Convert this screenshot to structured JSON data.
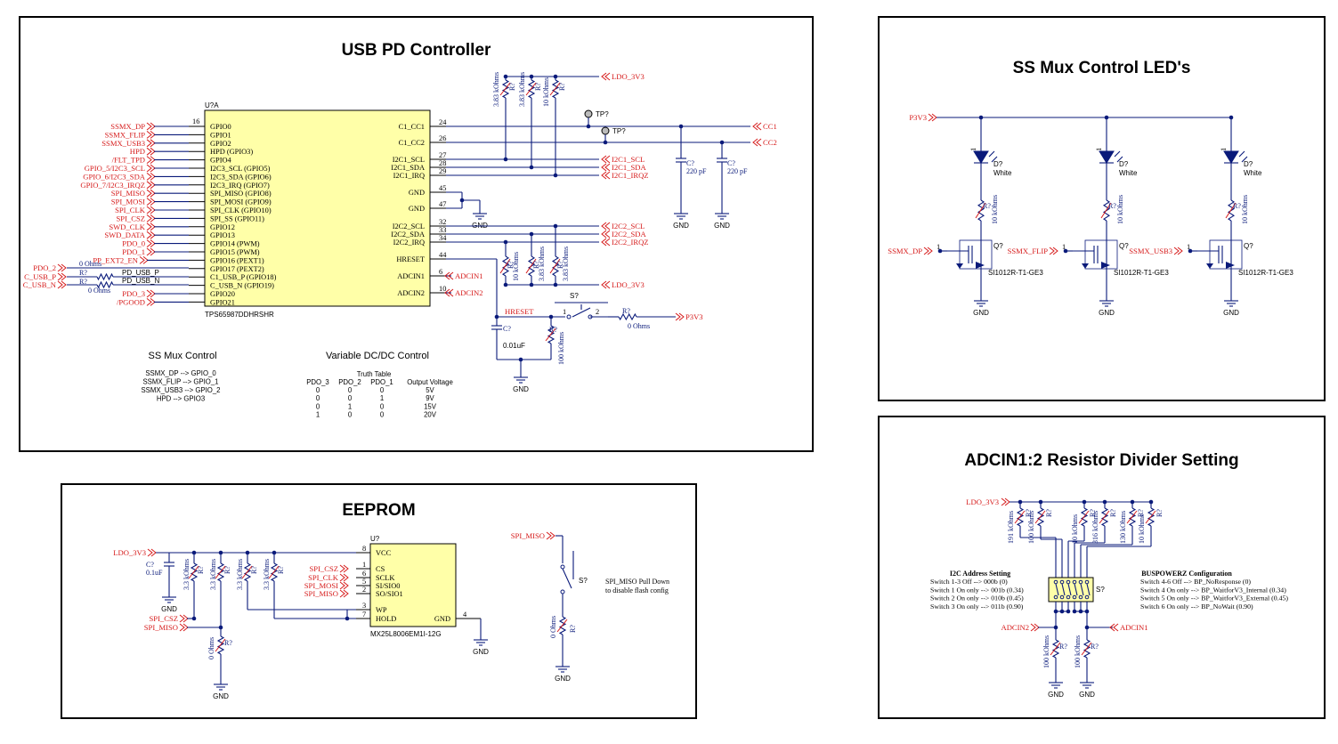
{
  "panels": {
    "usbpd": {
      "title": "USB PD Controller",
      "ic_ref": "U?A",
      "ic_part": "TPS65987DDHRSHR",
      "left_nets": [
        "SSMX_DP",
        "SSMX_FLIP",
        "SSMX_USB3",
        "HPD",
        "/FLT_TPD",
        "GPIO_5/I2C3_SCL",
        "GPIO_6/I2C3_SDA",
        "GPIO_7/I2C3_IRQZ",
        "SPI_MISO",
        "SPI_MOSI",
        "SPI_CLK",
        "SPI_CSZ",
        "SWD_CLK",
        "SWD_DATA",
        "PDO_0",
        "PDO_1",
        "PP_EXT2_EN",
        "PDO_2",
        "C_USB_P",
        "C_USB_N",
        "PDO_3",
        "/PGOOD"
      ],
      "left_pins": [
        "GPIO0",
        "GPIO1",
        "GPIO2",
        "HPD (GPIO3)",
        "GPIO4",
        "I2C3_SCL (GPIO5)",
        "I2C3_SDA (GPIO6)",
        "I2C3_IRQ (GPIO7)",
        "SPI_MISO (GPIO8)",
        "SPI_MOSI (GPIO9)",
        "SPI_CLK (GPIO10)",
        "SPI_SS (GPIO11)",
        "GPIO12",
        "GPIO13",
        "GPIO14 (PWM)",
        "GPIO15 (PWM)",
        "GPIO16 (PEXT1)",
        "GPIO17 (PEXT2)",
        "C1_USB_P (GPIO18)",
        "C_USB_N (GPIO19)",
        "GPIO20",
        "GPIO21"
      ],
      "pin_16": "16",
      "right_pins": [
        "C1_CC1",
        "C1_CC2",
        "I2C1_SCL",
        "I2C1_SDA",
        "I2C1_IRQ",
        "GND",
        "GND",
        "I2C2_SCL",
        "I2C2_SDA",
        "I2C2_IRQ",
        "HRESET",
        "ADCIN1",
        "ADCIN2"
      ],
      "right_pin_nums": [
        "24",
        "26",
        "27",
        "28",
        "29",
        "45",
        "47",
        "32",
        "33",
        "34",
        "44",
        "6",
        "10"
      ],
      "right_nets": [
        "CC1",
        "CC2",
        "I2C1_SCL",
        "I2C1_SDA",
        "I2C1_IRQZ",
        "I2C2_SCL",
        "I2C2_SDA",
        "I2C2_IRQZ",
        "ADCIN1",
        "ADCIN2",
        "LDO_3V3",
        "LDO_3V3",
        "P3V3"
      ],
      "pd_usb_p": "PD_USB_P",
      "pd_usb_n": "PD_USB_N",
      "r_ref": "R?",
      "zero_ohm": "0 Ohms",
      "zero_ohm2": "0 Ohms",
      "pullups_top": [
        "3.83 kOhms",
        "3.83 kOhms",
        "10 kOhms"
      ],
      "pullups_bot": [
        "10 kOhms",
        "3.83 kOhms",
        "3.83 kOhms"
      ],
      "tp": [
        "TP?",
        "TP?"
      ],
      "cap_c": [
        "C?",
        "C?"
      ],
      "cap_val": [
        "220 pF",
        "220 pF"
      ],
      "gnd": "GND",
      "hreset": "HRESET",
      "cap_hreset": "C?",
      "cap_hreset_val": "0.01uF",
      "r_hreset_val": "100 kOhms",
      "switch_ref": "S?",
      "sw_pins": [
        "1",
        "2"
      ],
      "r_p3v3_val": "0 Ohms",
      "ssmux_heading": "SS Mux Control",
      "ssmux_lines": [
        "SSMX_DP --> GPIO_0",
        "SSMX_FLIP --> GPIO_1",
        "SSMX_USB3 --> GPIO_2",
        "HPD --> GPIO3"
      ],
      "dcdc_heading": "Variable DC/DC Control",
      "truth_title": "Truth Table",
      "truth_header": [
        "PDO_3",
        "PDO_2",
        "PDO_1",
        "Output Voltage"
      ],
      "truth_rows": [
        [
          "0",
          "0",
          "0",
          "5V"
        ],
        [
          "0",
          "0",
          "1",
          "9V"
        ],
        [
          "0",
          "1",
          "0",
          "15V"
        ],
        [
          "1",
          "0",
          "0",
          "20V"
        ]
      ]
    },
    "leds": {
      "title": "SS Mux Control LED's",
      "rail": "P3V3",
      "channels": [
        {
          "net": "SSMX_DP",
          "led": "D?",
          "color": "White",
          "r": "R?",
          "rval": "10 kOhms",
          "q": "Q?",
          "part": "SI1012R-T1-GE3"
        },
        {
          "net": "SSMX_FLIP",
          "led": "D?",
          "color": "White",
          "r": "R?",
          "rval": "10 kOhms",
          "q": "Q?",
          "part": "SI1012R-T1-GE3"
        },
        {
          "net": "SSMX_USB3",
          "led": "D?",
          "color": "White",
          "r": "R?",
          "rval": "10 kOhms",
          "q": "Q?",
          "part": "SI1012R-T1-GE3"
        }
      ],
      "gnd": "GND"
    },
    "eeprom": {
      "title": "EEPROM",
      "rail": "LDO_3V3",
      "cap": "C?",
      "cap_val": "0.1uF",
      "pullups": [
        "3.3 kOhms",
        "3.3 kOhms",
        "3.3 kOhms",
        "3.3 kOhms"
      ],
      "r_ref": "R?",
      "r_bottom_val": "0 Ohms",
      "left_nets": [
        "SPI_CSZ",
        "SPI_MISO"
      ],
      "bus_nets": [
        "SPI_CSZ",
        "SPI_CLK",
        "SPI_MOSI",
        "SPI_MISO"
      ],
      "ic_ref": "U?",
      "ic_part": "MX25L8006EM1I-12G",
      "ic_pins": [
        "VCC",
        "CS",
        "SCLK",
        "SI/SIO0",
        "SO/SIO1",
        "WP",
        "HOLD",
        "GND"
      ],
      "ic_pin_nums": [
        "8",
        "1",
        "6",
        "5",
        "2",
        "3",
        "7",
        "4"
      ],
      "gnd": "GND",
      "miso_net": "SPI_MISO",
      "switch_ref": "S?",
      "r_pd_val": "0 Ohms",
      "note": [
        "SPI_MISO Pull Down",
        "to disable flash config"
      ]
    },
    "adcin": {
      "title": "ADCIN1:2 Resistor Divider Setting",
      "rail": "LDO_3V3",
      "res_vals": [
        "191 kOhms",
        "100 kOhms",
        "10 kOhms",
        "316 kOhms",
        "130 kOhms",
        "10 kOhms"
      ],
      "r_ref": "R?",
      "i2c_heading": "I2C Address Setting",
      "i2c_lines": [
        "Switch 1-3 Off -->      000b (0)",
        "Switch 1 On only --> 001b (0.34)",
        "Switch 2 On only --> 010b (0.45)",
        "Switch 3 On only --> 011b (0.90)"
      ],
      "bus_heading": "BUSPOWERZ Configuration",
      "bus_lines": [
        "Switch 4-6 Off -->   BP_NoResponse (0)",
        "Switch 4 On only --> BP_WaitforV3_Internal (0.34)",
        "Switch 5 On only --> BP_WaitforV3_External (0.45)",
        "Switch 6 On only --> BP_NoWait (0.90)"
      ],
      "switch_ref": "S?",
      "out_nets": [
        "ADCIN2",
        "ADCIN1"
      ],
      "bottom_vals": [
        "100 kOhms",
        "100 kOhms"
      ],
      "gnd": "GND"
    }
  }
}
